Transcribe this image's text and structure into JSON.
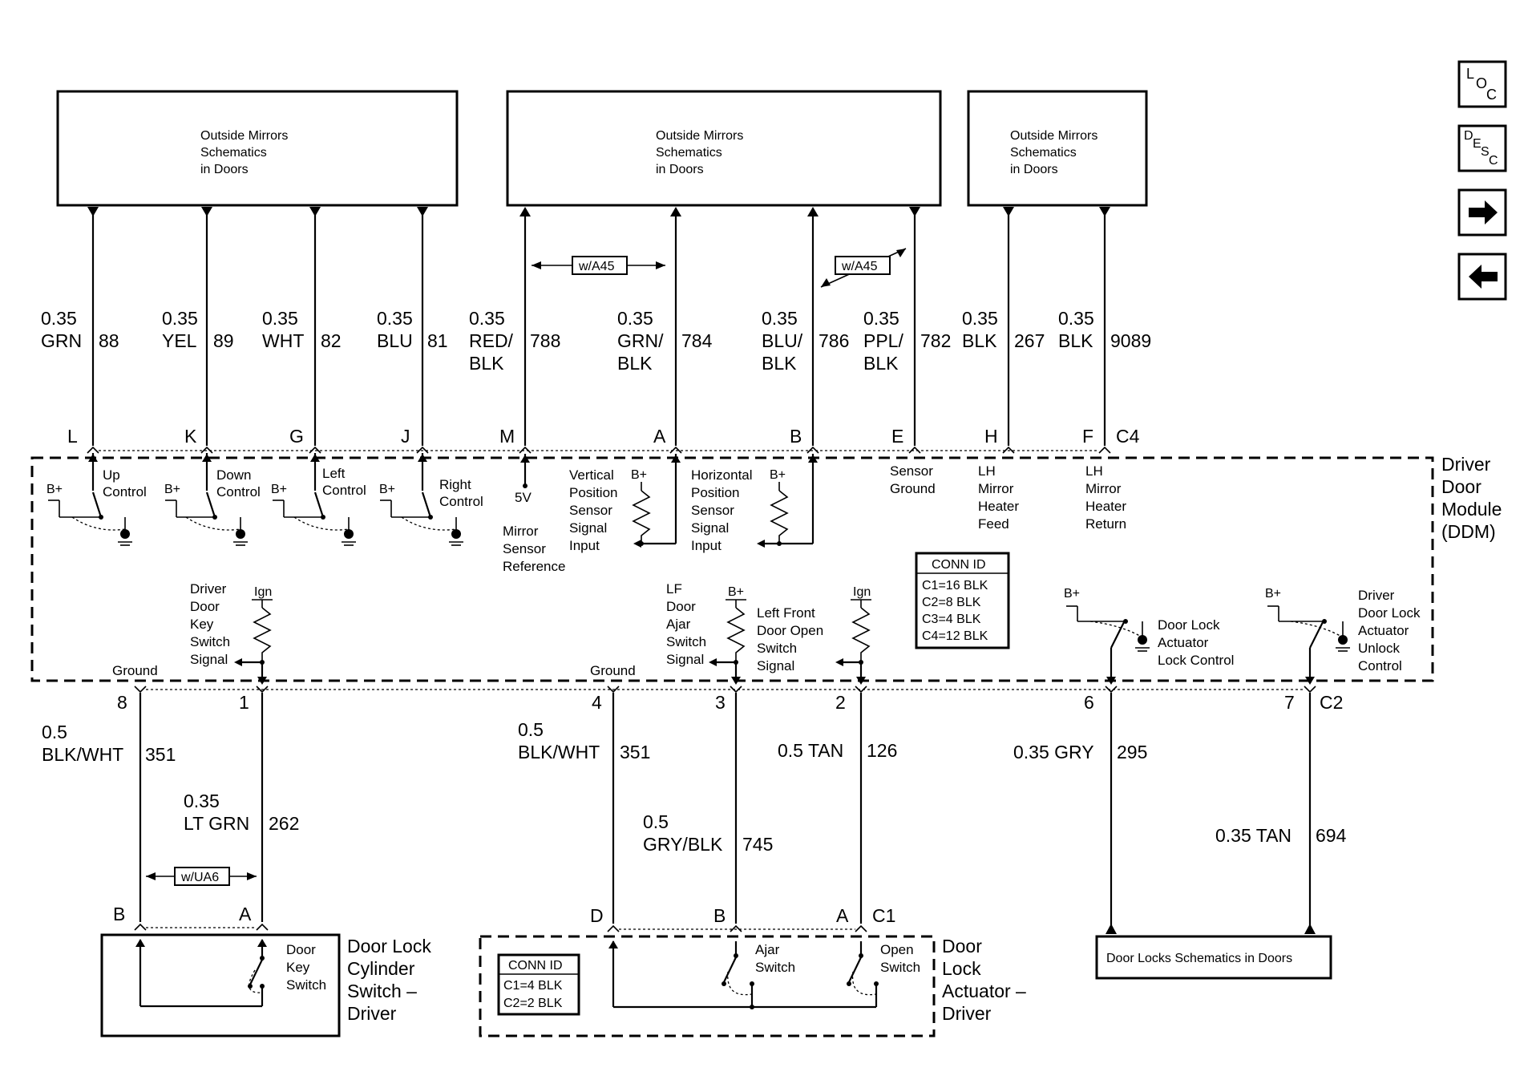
{
  "boxes": {
    "mirrors_left": [
      "Outside Mirrors",
      "Schematics",
      "in Doors"
    ],
    "mirrors_mid": [
      "Outside Mirrors",
      "Schematics",
      "in Doors"
    ],
    "mirrors_right": [
      "Outside Mirrors",
      "Schematics",
      "in Doors"
    ],
    "door_locks": "Door Locks Schematics in Doors"
  },
  "top_wires": [
    {
      "size": "0.35",
      "color": "GRN",
      "circuit": "88",
      "pin": "L"
    },
    {
      "size": "0.35",
      "color": "YEL",
      "circuit": "89",
      "pin": "K"
    },
    {
      "size": "0.35",
      "color": "WHT",
      "circuit": "82",
      "pin": "G"
    },
    {
      "size": "0.35",
      "color": "BLU",
      "circuit": "81",
      "pin": "J"
    },
    {
      "size": "0.35",
      "color": "RED/",
      "color2": "BLK",
      "circuit": "788",
      "pin": "M"
    },
    {
      "size": "0.35",
      "color": "GRN/",
      "color2": "BLK",
      "circuit": "784",
      "pin": "A"
    },
    {
      "size": "0.35",
      "color": "BLU/",
      "color2": "BLK",
      "circuit": "786",
      "pin": "B"
    },
    {
      "size": "0.35",
      "color": "PPL/",
      "color2": "BLK",
      "circuit": "782",
      "pin": "E"
    },
    {
      "size": "0.35",
      "color": "BLK",
      "circuit": "267",
      "pin": "H"
    },
    {
      "size": "0.35",
      "color": "BLK",
      "circuit": "9089",
      "pin": "F"
    }
  ],
  "top_connector": "C4",
  "options": {
    "a45_left": "w/A45",
    "a45_right": "w/A45",
    "ua6": "w/UA6"
  },
  "ddm": {
    "lines": [
      "Driver",
      "Door",
      "Module",
      "(DDM)"
    ]
  },
  "switch_labels": {
    "up": [
      "Up",
      "Control"
    ],
    "down": [
      "Down",
      "Control"
    ],
    "left": [
      "Left",
      "Control"
    ],
    "right": [
      "Right",
      "Control"
    ],
    "bplus": "B+",
    "ign": "Ign",
    "five_v": "5V",
    "mirror_ref": [
      "Mirror",
      "Sensor",
      "Reference"
    ],
    "vertical": [
      "Vertical",
      "Position",
      "Sensor",
      "Signal",
      "Input"
    ],
    "horizontal": [
      "Horizontal",
      "Position",
      "Sensor",
      "Signal",
      "Input"
    ],
    "sensor_ground": [
      "Sensor",
      "Ground"
    ],
    "heater_feed": [
      "LH",
      "Mirror",
      "Heater",
      "Feed"
    ],
    "heater_return": [
      "LH",
      "Mirror",
      "Heater",
      "Return"
    ],
    "key_switch_signal": [
      "Driver",
      "Door",
      "Key",
      "Switch",
      "Signal"
    ],
    "ground": "Ground",
    "ajar_signal": [
      "LF",
      "Door",
      "Ajar",
      "Switch",
      "Signal"
    ],
    "open_signal": [
      "Left Front",
      "Door Open",
      "Switch",
      "Signal"
    ],
    "lock_control": [
      "Door Lock",
      "Actuator",
      "Lock Control"
    ],
    "unlock_control": [
      "Driver",
      "Door Lock",
      "Actuator",
      "Unlock",
      "Control"
    ]
  },
  "conn_id_ddm": {
    "title": "CONN ID",
    "rows": [
      "C1=16 BLK",
      "C2=8 BLK",
      "C3=4 BLK",
      "C4=12 BLK"
    ]
  },
  "bottom_pins": [
    "8",
    "1",
    "4",
    "3",
    "2",
    "6",
    "7"
  ],
  "bottom_connectors": {
    "c2": "C2",
    "c1": "C1"
  },
  "bottom_wires": [
    {
      "size": "0.5",
      "color": "BLK/WHT",
      "circuit": "351"
    },
    {
      "size": "0.35",
      "color": "LT GRN",
      "circuit": "262"
    },
    {
      "size": "0.5",
      "color": "BLK/WHT",
      "circuit": "351"
    },
    {
      "size": "0.5",
      "color": "GRY/BLK",
      "circuit": "745"
    },
    {
      "size": "0.5 TAN",
      "circuit": "126"
    },
    {
      "size": "0.35 GRY",
      "circuit": "295"
    },
    {
      "size": "0.35 TAN",
      "circuit": "694"
    }
  ],
  "cylinder": {
    "pins": [
      "B",
      "A"
    ],
    "switch": [
      "Door",
      "Key",
      "Switch"
    ],
    "name": [
      "Door Lock",
      "Cylinder",
      "Switch –",
      "Driver"
    ]
  },
  "actuator": {
    "pins": [
      "D",
      "B",
      "A"
    ],
    "connector": "C1",
    "ajar": [
      "Ajar",
      "Switch"
    ],
    "open": [
      "Open",
      "Switch"
    ],
    "name": [
      "Door",
      "Lock",
      "Actuator –",
      "Driver"
    ],
    "conn_id": {
      "title": "CONN ID",
      "rows": [
        "C1=4 BLK",
        "C2=2 BLK"
      ]
    }
  },
  "nav": {
    "loc": [
      "L",
      "O",
      "C"
    ],
    "desc": [
      "D",
      "E",
      "S",
      "C"
    ],
    "next": "→",
    "prev": "←"
  }
}
